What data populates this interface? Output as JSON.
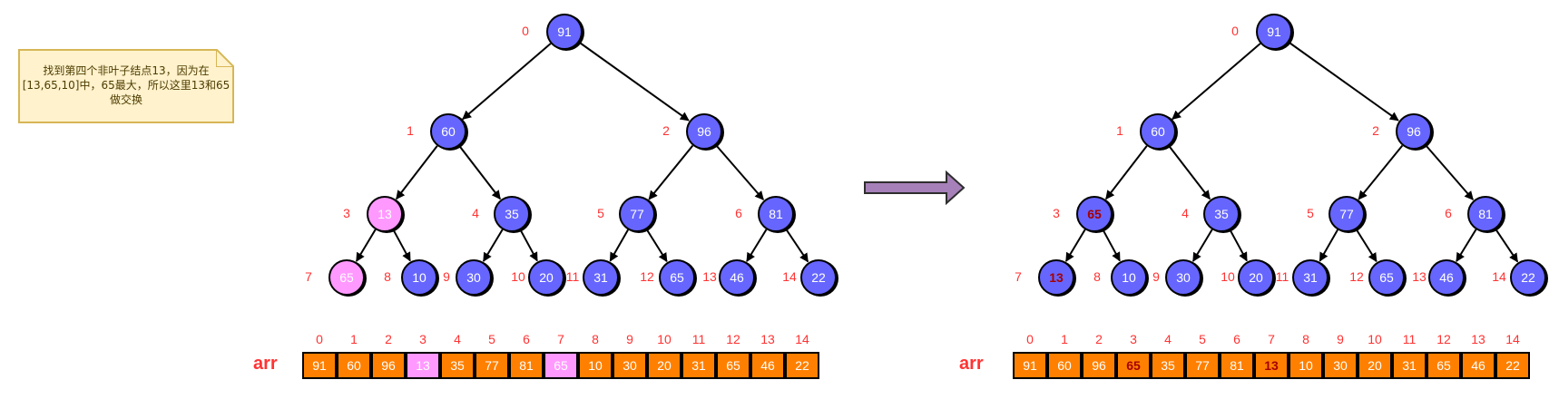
{
  "colors": {
    "node": "#6666ff",
    "highlight": "#ff99ff",
    "cell": "#ff8000",
    "index": "#ff3333",
    "swapped_text": "#a50000",
    "arrow": "#a680b8",
    "note_fill": "#fff2cc",
    "note_border": "#d6b656"
  },
  "note": {
    "text": "找到第四个非叶子结点13，因为在[13,65,10]中，65最大，所以这里13和65做交换"
  },
  "arrow": {
    "icon": "right-arrow-icon"
  },
  "before": {
    "nodes": [
      "91",
      "60",
      "96",
      "13",
      "35",
      "77",
      "81",
      "65",
      "10",
      "30",
      "20",
      "31",
      "65",
      "46",
      "22"
    ],
    "indices": [
      "0",
      "1",
      "2",
      "3",
      "4",
      "5",
      "6",
      "7",
      "8",
      "9",
      "10",
      "11",
      "12",
      "13",
      "14"
    ],
    "highlight": [
      3,
      7
    ],
    "array_label": "arr",
    "array": [
      "91",
      "60",
      "96",
      "13",
      "35",
      "77",
      "81",
      "65",
      "10",
      "30",
      "20",
      "31",
      "65",
      "46",
      "22"
    ]
  },
  "after": {
    "nodes": [
      "91",
      "60",
      "96",
      "65",
      "35",
      "77",
      "81",
      "13",
      "10",
      "30",
      "20",
      "31",
      "65",
      "46",
      "22"
    ],
    "indices": [
      "0",
      "1",
      "2",
      "3",
      "4",
      "5",
      "6",
      "7",
      "8",
      "9",
      "10",
      "11",
      "12",
      "13",
      "14"
    ],
    "highlight_text": [
      3,
      7
    ],
    "array_label": "arr",
    "array": [
      "91",
      "60",
      "96",
      "65",
      "35",
      "77",
      "81",
      "13",
      "10",
      "30",
      "20",
      "31",
      "65",
      "46",
      "22"
    ]
  }
}
